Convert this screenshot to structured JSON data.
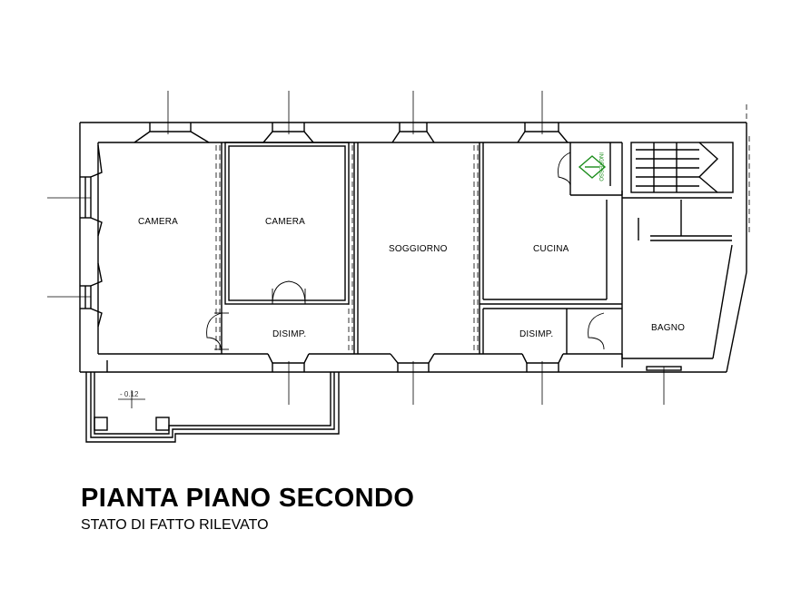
{
  "title": "PIANTA PIANO SECONDO",
  "subtitle": "STATO DI FATTO RILEVATO",
  "rooms": {
    "camera_1": "CAMERA",
    "camera_2": "CAMERA",
    "soggiorno": "SOGGIORNO",
    "cucina": "CUCINA",
    "disimp_1": "DISIMP.",
    "disimp_2": "DISIMP.",
    "bagno": "BAGNO"
  },
  "elevation": "- 0.12",
  "entrance": "INGRESSO",
  "colors": {
    "walls": "#000000",
    "entrance_marker": "#1a8c1a"
  }
}
